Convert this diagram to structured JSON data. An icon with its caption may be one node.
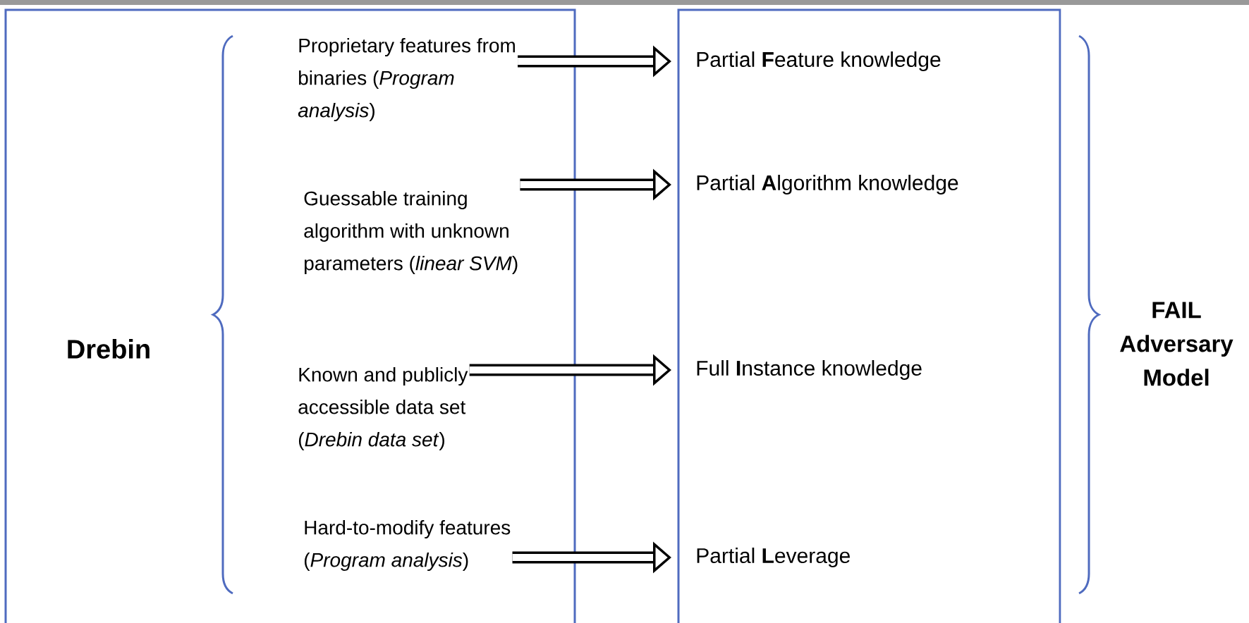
{
  "diagram": {
    "nodes": [
      {
        "text": [
          "Drebin"
        ]
      },
      {
        "text": [
          "Proprietary features from binaries (*Program analysis*)"
        ],
        "in": 0
      },
      {
        "text": [
          "Guessable training algorithm with unknown parameters (*linear SVM*)"
        ],
        "in": 0
      },
      {
        "text": [
          "Known and publicly accessible data set (*Drebin data set*)"
        ],
        "in": 0
      },
      {
        "text": [
          "Hard-to-modify features (*Program analysis*)"
        ],
        "in": 0
      },
      {
        "text": [],
        "shape": "box"
      },
      {
        "text": [
          "Partial **F**eature knowledge"
        ],
        "in": 5
      },
      {
        "text": [
          "Partial **A**lgorithm knowledge"
        ],
        "in": 5
      },
      {
        "text": [
          "Full **I**nstance knowledge"
        ],
        "in": 5
      },
      {
        "text": [
          "Partial **L**everage"
        ],
        "in": 5
      }
    ],
    "edges": [
      {
        "from": 1,
        "to": 6,
        "arrow": "to"
      },
      {
        "from": 2,
        "to": 7,
        "arrow": "to"
      },
      {
        "from": 3,
        "to": 8,
        "arrow": "to"
      },
      {
        "from": 4,
        "to": 9,
        "arrow": "to"
      }
    ],
    "labels": [
      "FAIL Adversary Model"
    ]
  }
}
